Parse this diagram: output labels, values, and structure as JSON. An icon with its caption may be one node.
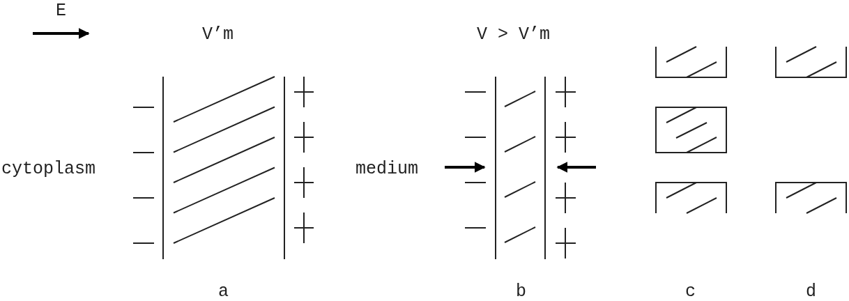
{
  "diagram": {
    "labels": [
      "E",
      "V’m",
      "V > V’m",
      "cytoplasm",
      "medium",
      "a",
      "b",
      "c",
      "d"
    ]
  }
}
